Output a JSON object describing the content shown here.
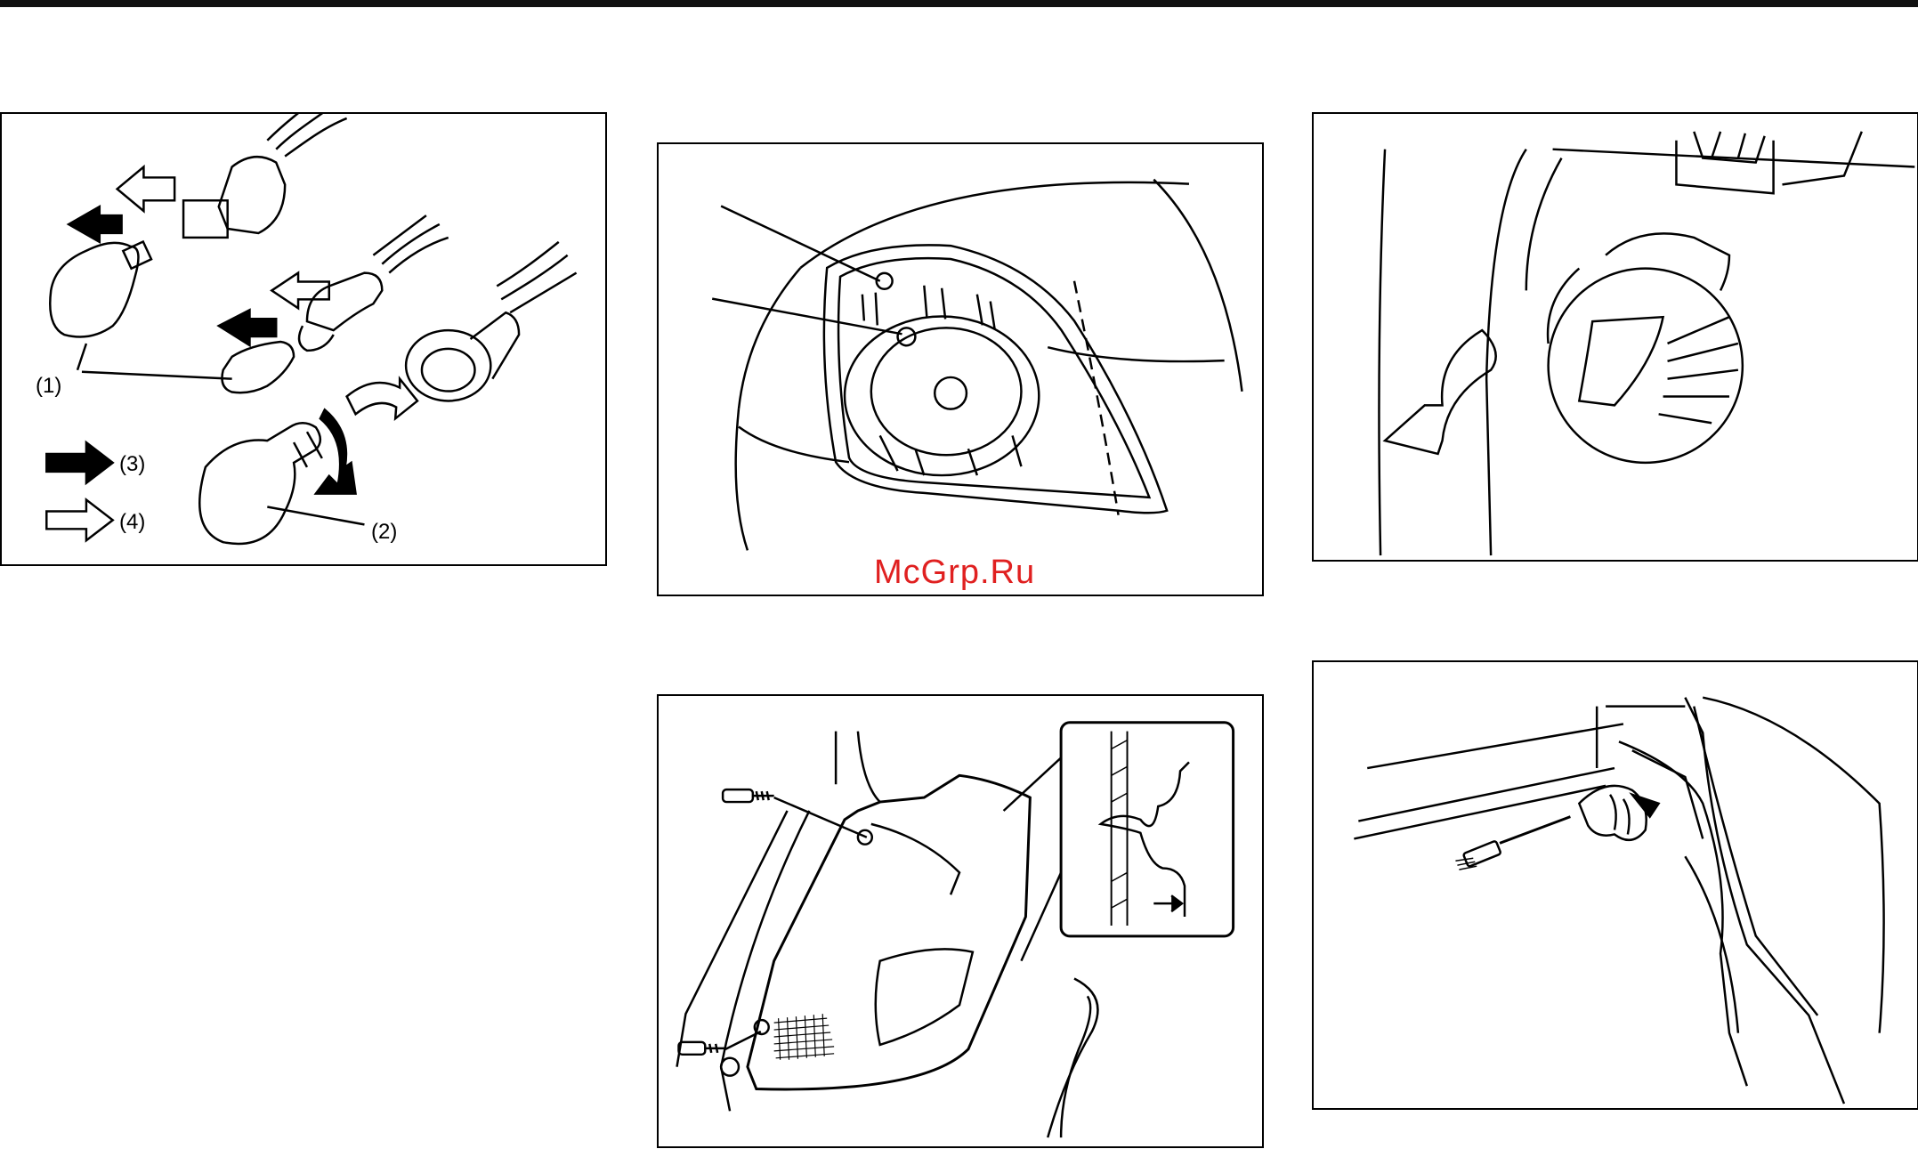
{
  "watermark": "McGrp.Ru",
  "figures": {
    "bulbs": {
      "labels": {
        "l1": "(1)",
        "l2": "(2)",
        "l3": "(3)",
        "l4": "(4)"
      }
    },
    "headlamp": {},
    "bulb_socket_removal": {},
    "front_combination_lamp": {},
    "rear_panel_screwdriver": {}
  },
  "colors": {
    "line": "#000000",
    "watermark": "#e02020",
    "background": "#ffffff"
  }
}
